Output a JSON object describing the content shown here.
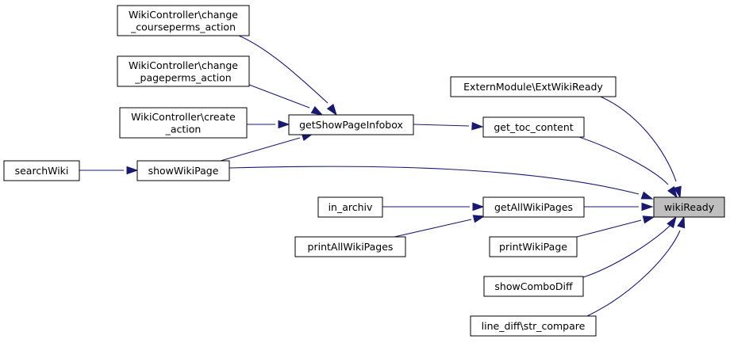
{
  "graph": {
    "nodes": {
      "wiki_ready": [
        "wikiReady"
      ],
      "extern_module": [
        "ExternModule\\ExtWikiReady"
      ],
      "get_toc_content": [
        "get_toc_content"
      ],
      "get_all_wiki_pages": [
        "getAllWikiPages"
      ],
      "print_wiki_page": [
        "printWikiPage"
      ],
      "show_combo_diff": [
        "showComboDiff"
      ],
      "str_compare": [
        "line_diff\\str_compare"
      ],
      "show_wiki_page": [
        "showWikiPage"
      ],
      "get_show_page_infobox": [
        "getShowPageInfobox"
      ],
      "search_wiki": [
        "searchWiki"
      ],
      "in_archiv": [
        "in_archiv"
      ],
      "print_all_wiki_pages": [
        "printAllWikiPages"
      ],
      "change_courseperms": [
        "WikiController\\change",
        "_courseperms_action"
      ],
      "change_pageperms": [
        "WikiController\\change",
        "_pageperms_action"
      ],
      "create_action": [
        "WikiController\\create",
        "_action"
      ]
    },
    "edges": [
      [
        "extern_module",
        "wiki_ready"
      ],
      [
        "get_toc_content",
        "wiki_ready"
      ],
      [
        "show_wiki_page",
        "wiki_ready"
      ],
      [
        "get_all_wiki_pages",
        "wiki_ready"
      ],
      [
        "print_wiki_page",
        "wiki_ready"
      ],
      [
        "show_combo_diff",
        "wiki_ready"
      ],
      [
        "str_compare",
        "wiki_ready"
      ],
      [
        "get_show_page_infobox",
        "get_toc_content"
      ],
      [
        "change_courseperms",
        "get_show_page_infobox"
      ],
      [
        "change_pageperms",
        "get_show_page_infobox"
      ],
      [
        "create_action",
        "get_show_page_infobox"
      ],
      [
        "show_wiki_page",
        "get_show_page_infobox"
      ],
      [
        "search_wiki",
        "show_wiki_page"
      ],
      [
        "in_archiv",
        "get_all_wiki_pages"
      ],
      [
        "print_all_wiki_pages",
        "get_all_wiki_pages"
      ]
    ]
  },
  "colors": {
    "edge": "#191970",
    "node_fill": "#ffffff",
    "focus_fill": "#bfbfbf",
    "border": "#000000"
  }
}
